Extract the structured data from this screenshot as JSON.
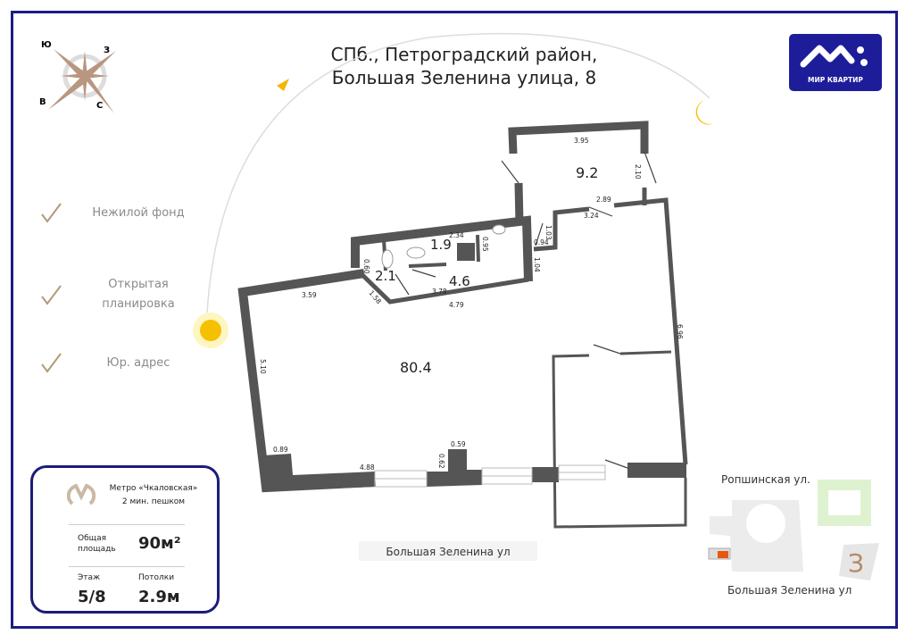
{
  "header": {
    "title_line1": "СПб., Петроградский район,",
    "title_line2": "Большая Зеленина улица, 8"
  },
  "logo": {
    "text": "МИР КВАРТИР",
    "brand_color": "#1d1d9a"
  },
  "compass": {
    "south": "Ю",
    "west": "З",
    "east": "В",
    "north": "С"
  },
  "features": [
    {
      "label": "Нежилой фонд"
    },
    {
      "label": "Открытая планировка"
    },
    {
      "label": "Юр. адрес"
    }
  ],
  "info": {
    "metro": "Метро «Чкаловская»",
    "walk": "2 мин. пешком",
    "area_label": "Общая площадь",
    "area_value": "90м²",
    "floor_label": "Этаж",
    "floor_value": "5/8",
    "ceiling_label": "Потолки",
    "ceiling_value": "2.9м"
  },
  "plan": {
    "rooms": [
      "80.4",
      "9.2",
      "4.6",
      "2.1",
      "1.9"
    ],
    "dims": [
      "3.95",
      "2.10",
      "2.89",
      "3.24",
      "1.03",
      "0.94",
      "1.04",
      "0.95",
      "2.34",
      "0.60",
      "1.58",
      "3.78",
      "4.79",
      "3.59",
      "5.10",
      "6.96",
      "0.89",
      "4.88",
      "0.59",
      "0.62"
    ],
    "street_below": "Большая Зеленина ул"
  },
  "map": {
    "street_top": "Ропшинская ул.",
    "street_bottom": "Большая Зеленина ул",
    "marker_color": "#e8580c"
  }
}
